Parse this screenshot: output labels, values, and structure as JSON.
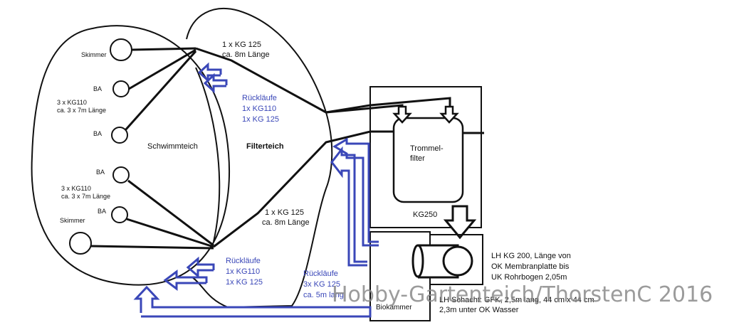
{
  "colors": {
    "pipe": "#111111",
    "return_flow": "#3a47b8",
    "watermark": "#8a8a8a",
    "background": "#ffffff"
  },
  "labels": {
    "skimmer_top": "Skimmer",
    "ba_1": "BA",
    "ba_2": "BA",
    "ba_3": "BA",
    "ba_4": "BA",
    "skimmer_bottom": "Skimmer",
    "kg110_top_l1": "3 x KG110",
    "kg110_top_l2": "ca. 3 x 7m Länge",
    "kg110_bottom_l1": "3 x KG110",
    "kg110_bottom_l2": "ca. 3 x 7m Länge",
    "schwimmteich": "Schwimmteich",
    "filterteich": "Filterteich",
    "kg125_top_l1": "1 x KG 125",
    "kg125_top_l2": "ca. 8m Länge",
    "kg125_mid_l1": "1 x KG 125",
    "kg125_mid_l2": "ca. 8m Länge",
    "trommel_l1": "Trommel-",
    "trommel_l2": "filter",
    "kg250": "KG250",
    "biokammer": "Biokammer",
    "lh_l1": "LH KG 200, Länge von",
    "lh_l2": "OK Membranplatte bis",
    "lh_l3": "UK Rohrbogen 2,05m",
    "lh_schacht": "LH Schacht: GFK, 2,5m lang, 44 cm x 44 cm",
    "lh_wasser": "2,3m unter OK Wasser"
  },
  "returns": {
    "top_l1": "Rückläufe",
    "top_l2": "1x KG110",
    "top_l3": "1x KG 125",
    "bottom_l1": "Rückläufe",
    "bottom_l2": "1x KG110",
    "bottom_l3": "1x KG 125",
    "center_l1": "Rückläufe",
    "center_l2": "3x KG 125",
    "center_l3": "ca. 5m lang"
  },
  "watermark": "Hobby-Gartenteich/ThorstenC 2016"
}
